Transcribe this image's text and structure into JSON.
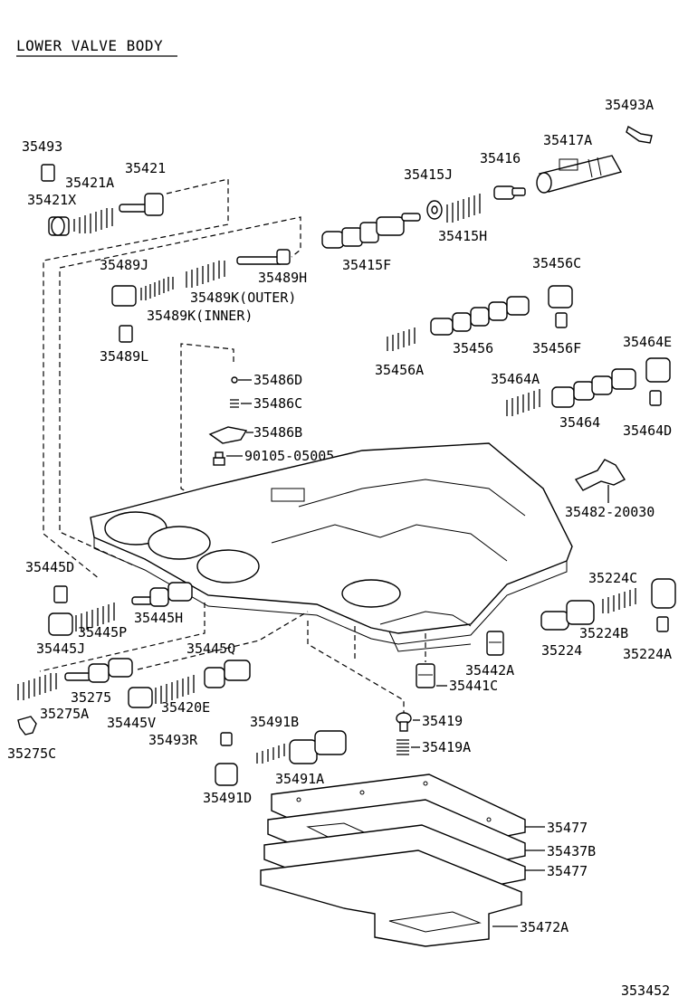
{
  "title": "LOWER VALVE BODY",
  "figure_number": "353452",
  "labels": {
    "p35493A": "35493A",
    "p35493": "35493",
    "p35421": "35421",
    "p35421A": "35421A",
    "p35421X": "35421X",
    "p35416": "35416",
    "p35417A": "35417A",
    "p35415J": "35415J",
    "p35415H": "35415H",
    "p35415F": "35415F",
    "p35489J": "35489J",
    "p35489H": "35489H",
    "p35489K_outer": "35489K(OUTER)",
    "p35489K_inner": "35489K(INNER)",
    "p35489L": "35489L",
    "p35456C": "35456C",
    "p35456": "35456",
    "p35456F": "35456F",
    "p35456A": "35456A",
    "p35464E": "35464E",
    "p35464A": "35464A",
    "p35464": "35464",
    "p35464D": "35464D",
    "p35486D": "35486D",
    "p35486C": "35486C",
    "p35486B": "35486B",
    "p90105": "90105-05005",
    "p35482": "35482-20030",
    "p35445D": "35445D",
    "p35445H": "35445H",
    "p35445P": "35445P",
    "p35445J": "35445J",
    "p35445Q": "35445Q",
    "p35224C": "35224C",
    "p35224B": "35224B",
    "p35224": "35224",
    "p35224A": "35224A",
    "p35442A": "35442A",
    "p35441C": "35441C",
    "p35275": "35275",
    "p35275A": "35275A",
    "p35420E": "35420E",
    "p35445V": "35445V",
    "p35275C": "35275C",
    "p35491B": "35491B",
    "p35493R": "35493R",
    "p35491A": "35491A",
    "p35491D": "35491D",
    "p35419": "35419",
    "p35419A": "35419A",
    "p35477_top": "35477",
    "p35437B": "35437B",
    "p35477_bottom": "35477",
    "p35472A": "35472A"
  }
}
